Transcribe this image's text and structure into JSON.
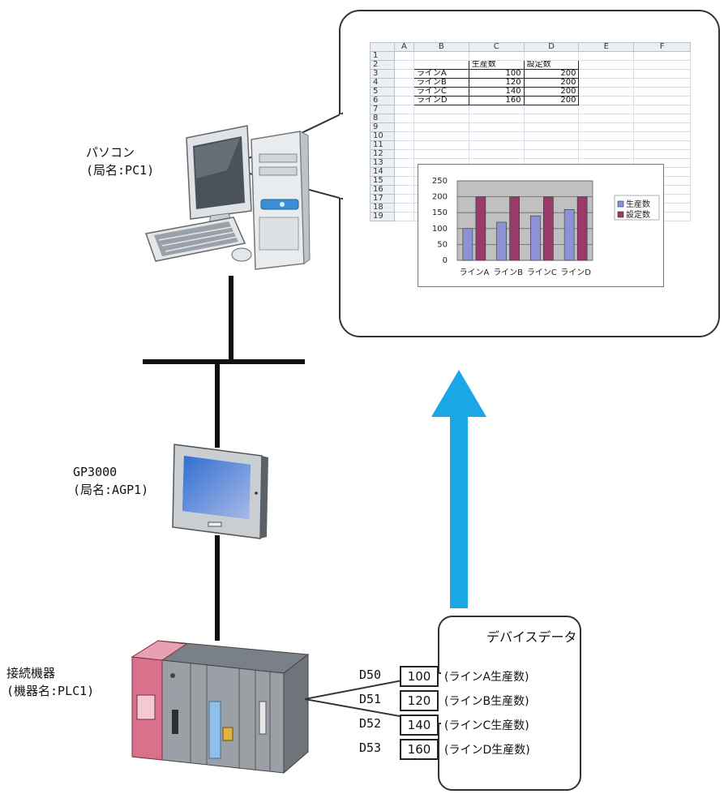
{
  "pc": {
    "label": "パソコン",
    "station": "(局名:PC1)"
  },
  "gp": {
    "label": "GP3000",
    "station": "(局名:AGP1)"
  },
  "plc": {
    "label": "接続機器",
    "station": "(機器名:PLC1)"
  },
  "sheet": {
    "columns": [
      "",
      "A",
      "B",
      "C",
      "D",
      "E",
      "F"
    ],
    "row_numbers": [
      "1",
      "2",
      "3",
      "4",
      "5",
      "6",
      "7",
      "8",
      "9",
      "10",
      "11",
      "12",
      "13",
      "14",
      "15",
      "16",
      "17",
      "18",
      "19"
    ],
    "header_row": [
      "",
      "生産数",
      "設定数"
    ],
    "rows": [
      {
        "line": "ラインA",
        "production": "100",
        "setting": "200"
      },
      {
        "line": "ラインB",
        "production": "120",
        "setting": "200"
      },
      {
        "line": "ラインC",
        "production": "140",
        "setting": "200"
      },
      {
        "line": "ラインD",
        "production": "160",
        "setting": "200"
      }
    ]
  },
  "chart_data": {
    "type": "bar",
    "categories": [
      "ラインA",
      "ラインB",
      "ラインC",
      "ラインD"
    ],
    "series": [
      {
        "name": "生産数",
        "values": [
          100,
          120,
          140,
          160
        ],
        "color": "#8b93d6"
      },
      {
        "name": "設定数",
        "values": [
          200,
          200,
          200,
          200
        ],
        "color": "#9a3a6b"
      }
    ],
    "y_ticks": [
      "250",
      "200",
      "150",
      "100",
      "50",
      "0"
    ],
    "ylim": [
      0,
      250
    ],
    "grid": true,
    "plot_background": "#c0c0c0",
    "legend_position": "right",
    "title": "",
    "xlabel": "",
    "ylabel": ""
  },
  "device_data": {
    "title": "デバイスデータ",
    "rows": [
      {
        "register": "D50",
        "value": "100",
        "desc": "(ラインA生産数)"
      },
      {
        "register": "D51",
        "value": "120",
        "desc": "(ラインB生産数)"
      },
      {
        "register": "D52",
        "value": "140",
        "desc": "(ラインC生産数)"
      },
      {
        "register": "D53",
        "value": "160",
        "desc": "(ラインD生産数)"
      }
    ]
  },
  "colors": {
    "arrow": "#1aa7e6",
    "line": "#111111",
    "plc_accent": "#d9718b",
    "hmi_screen": "#4f8fd9"
  }
}
